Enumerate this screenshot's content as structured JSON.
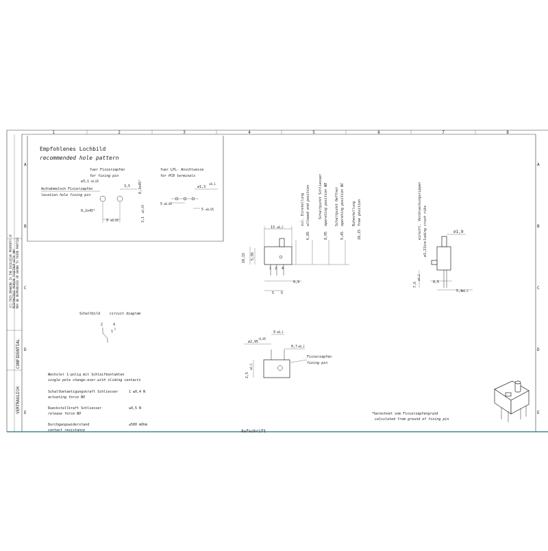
{
  "grid": {
    "columns": [
      "1",
      "2",
      "3",
      "4",
      "5",
      "6",
      "7",
      "8"
    ],
    "rows": [
      "A",
      "B",
      "C",
      "D",
      "E"
    ]
  },
  "side": {
    "copyright": [
      "(C) THIS DRAWING IS THE EXCLUSIVE PROPERTY OF",
      "RESPONSIBLE PERSON TOGETHER WITH ANY",
      "MAY BE REPRODUCED OR SHOWN TO THIRD PARTIES"
    ],
    "confidential": "CONFIDENTIAL",
    "vertraulich": "VERTRAULICH"
  },
  "hole_pattern": {
    "title_de": "Empfohlenes Lochbild",
    "title_en": "recommended hole pattern",
    "fixing_de": "fuer Fixierzapfen",
    "fixing_en": "for fixing pin",
    "loc_de": "Aufnahmeloch Fixierzapfen",
    "loc_en": "location hole fixing pin",
    "pcb_de": "fuer LPL- Anschluesse",
    "pcb_en": "for PCB terminals",
    "d_loc": "∅3,1",
    "d_loc_tol": "+0,05",
    "dim_35": "3,5",
    "chamfer1": "0,3x45°",
    "chamfer2": "0,2x45°",
    "dim_9": "9",
    "dim_9_tol": "±0,05",
    "dim_31": "3,1",
    "dim_31_tol": "±0,05",
    "d_pcb": "∅1,3",
    "d_pcb_tol": "+0,1",
    "dim_5a": "5",
    "dim_5a_tol": "±0,05",
    "dim_5b": "5",
    "dim_5b_tol": "±0,05"
  },
  "front_view": {
    "dim_13": "13",
    "dim_13_tol": "±0,2",
    "dim_1015": "10,15",
    "dim_595": "5,95",
    "dim_09": "0,9",
    "dim_5a": "5",
    "dim_5b": "5",
    "pins": [
      "1",
      "2",
      "4"
    ],
    "pos1_de": "zul. Einstellung",
    "pos1_en": "allowed end position",
    "pos1_val": "6,85",
    "pos2_de": "Schaltpunkt Schliesser",
    "pos2_en": "operating position NO",
    "pos2_val": "8,95",
    "pos3_de": "Schaltpunkt Oeffner",
    "pos3_en": "operating position NC",
    "pos3_val": "9,45",
    "pos4_de": "Ruhestellung",
    "pos4_en": "free position",
    "pos4_val": "10,15"
  },
  "side_view": {
    "rib_de": "einschl. Verdrueckungsrippen",
    "rib_en": "including crush ribs",
    "rib_val": "∅3,23",
    "d_19": "∅1,9",
    "dim_76": "7,6",
    "dim_76_tol": "±0,2",
    "dim_05": "0,5",
    "dim_54": "5,4",
    "dim_54_tol": "±0,2"
  },
  "circuit": {
    "title_de": "Schaltbild",
    "title_en": "circuit diagram",
    "n2": "2",
    "n4": "4",
    "n1": "1"
  },
  "bottom_view": {
    "d_295": "∅2,95",
    "d_295_tol": "-0,05",
    "dim_9": "9",
    "dim_9_tol": "±0,1",
    "dim_07": "0,7",
    "dim_07_tol": "±0,2",
    "dim_25": "2,5",
    "dim_25_tol": "±0,1",
    "pin_de": "Fixierzapfen",
    "pin_en": "fixing pin"
  },
  "specs": [
    {
      "de": "Wechsler 1-polig mit Schleifkontakten",
      "en": "single pole change-over with sliding contacts",
      "val": ""
    },
    {
      "de": "Schaltbetaetigungskraft Schliesser",
      "en": "actuating force NO",
      "val": "1 ±0,4 N"
    },
    {
      "de": "Rueckstellkraft Schliesser",
      "en": "release force NO",
      "val": "≥0,5 N"
    },
    {
      "de": "Durchgangswiderstand",
      "en": "contact resistance",
      "val": "≤500 mOhm"
    }
  ],
  "note": {
    "de": "*berechnet vom Fixierzapfengrund",
    "en": "calculated from ground of fixing pin"
  },
  "aufschrift": "Aufschrift"
}
